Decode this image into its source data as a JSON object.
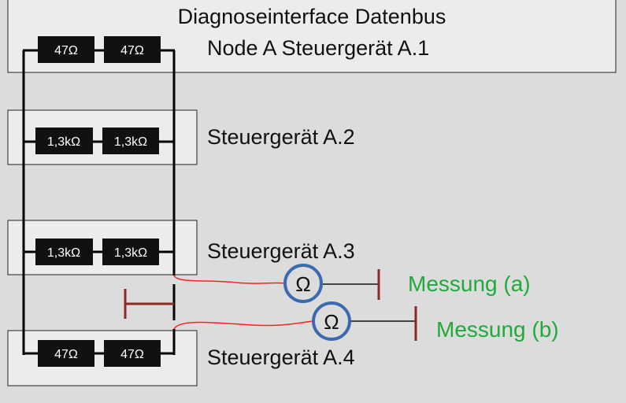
{
  "title": "Diagnoseinterface Datenbus",
  "nodes": [
    {
      "label": "Node A Steuergerät A.1",
      "resistors": [
        "47Ω",
        "47Ω"
      ]
    },
    {
      "label": "Steuergerät A.2",
      "resistors": [
        "1,3kΩ",
        "1,3kΩ"
      ]
    },
    {
      "label": "Steuergerät A.3",
      "resistors": [
        "1,3kΩ",
        "1,3kΩ"
      ]
    },
    {
      "label": "Steuergerät A.4",
      "resistors": [
        "47Ω",
        "47Ω"
      ]
    }
  ],
  "meters": [
    {
      "symbol": "Ω",
      "label": "Messung (a)"
    },
    {
      "symbol": "Ω",
      "label": "Messung (b)"
    }
  ],
  "colors": {
    "wire": "#000000",
    "probe": "#ff2020",
    "meter_ring": "#3a6ab0",
    "ground": "#8b2a22",
    "measure_text": "#1faa3a"
  }
}
